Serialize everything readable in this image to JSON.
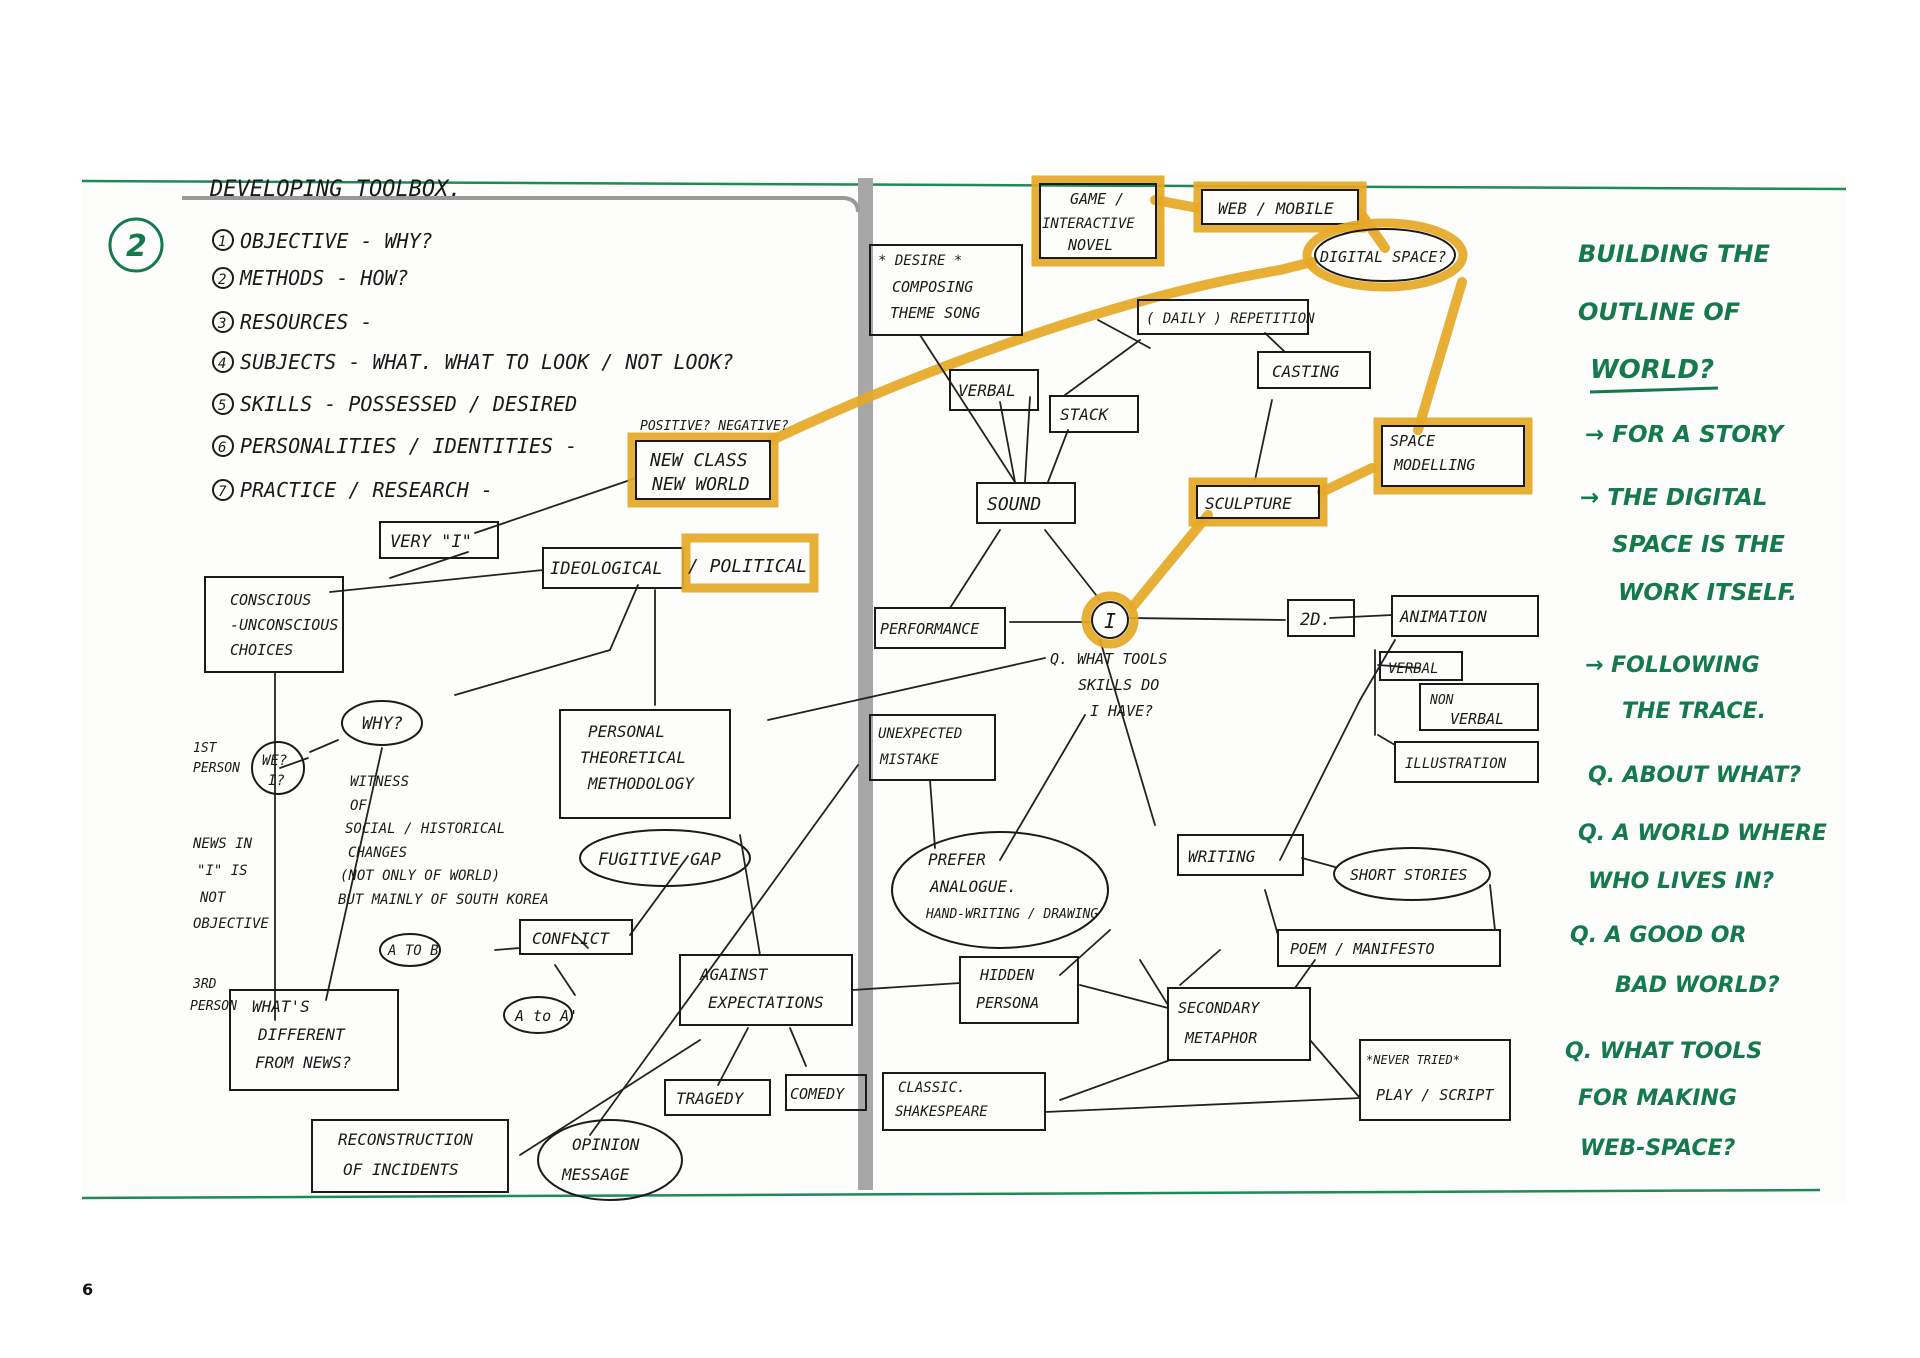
{
  "page_number": "6",
  "header": {
    "cut_heading": "DEVELOPING TOOLBOX.",
    "number_badge": "2"
  },
  "toolbox_list": [
    {
      "num": "1",
      "text": "OBJECTIVE - WHY?"
    },
    {
      "num": "2",
      "text": "METHODS - HOW?"
    },
    {
      "num": "3",
      "text": "RESOURCES -"
    },
    {
      "num": "4",
      "text": "SUBJECTS - WHAT. WHAT TO LOOK / NOT LOOK?"
    },
    {
      "num": "5",
      "text": "SKILLS - POSSESSED / DESIRED"
    },
    {
      "num": "6",
      "text": "PERSONALITIES / IDENTITIES -"
    },
    {
      "num": "7",
      "text": "PRACTICE / RESEARCH -"
    }
  ],
  "nodes": {
    "positive_negative": "POSITIVE? NEGATIVE?",
    "new_class_1": "NEW CLASS",
    "new_class_2": "NEW WORLD",
    "very_i": "VERY \"I\"",
    "ideological": "IDEOLOGICAL",
    "political": "/ POLITICAL",
    "conscious_1": "CONSCIOUS",
    "conscious_2": "-UNCONSCIOUS",
    "conscious_3": "CHOICES",
    "why": "WHY?",
    "we_i_1": "WE?",
    "we_i_2": "I?",
    "first_person_1": "1ST",
    "first_person_2": "PERSON",
    "witness_1": "WITNESS",
    "witness_2": "OF",
    "witness_3": "SOCIAL / HISTORICAL",
    "witness_4": "CHANGES",
    "witness_5": "(NOT ONLY OF WORLD)",
    "witness_6": "BUT MAINLY OF SOUTH KOREA",
    "news_1": "NEWS IN",
    "news_2": "\"I\" IS",
    "news_3": "NOT",
    "news_4": "OBJECTIVE",
    "third_person_1": "3RD",
    "third_person_2": "PERSON",
    "whats_diff_1": "WHAT'S",
    "whats_diff_2": "DIFFERENT",
    "whats_diff_3": "FROM NEWS?",
    "personal_1": "PERSONAL",
    "personal_2": "THEORETICAL",
    "personal_3": "METHODOLOGY",
    "fugitive_gap": "FUGITIVE GAP",
    "conflict": "CONFLICT",
    "a_to_b": "A TO B",
    "a_to_a": "A to A'",
    "against_1": "AGAINST",
    "against_2": "EXPECTATIONS",
    "tragedy": "TRAGEDY",
    "comedy": "COMEDY",
    "reconstruction_1": "RECONSTRUCTION",
    "reconstruction_2": "OF INCIDENTS",
    "opinion_1": "OPINION",
    "opinion_2": "MESSAGE",
    "game_1": "GAME /",
    "game_2": "INTERACTIVE",
    "game_3": "NOVEL",
    "web_mobile": "WEB / MOBILE",
    "digital_space": "DIGITAL SPACE?",
    "desire_1": "* DESIRE *",
    "desire_2": "COMPOSING",
    "desire_3": "THEME SONG",
    "daily_repetition": "( DAILY ) REPETITION",
    "casting": "CASTING",
    "verbal_top": "VERBAL",
    "stack": "STACK",
    "sound": "SOUND",
    "sculpture": "SCULPTURE",
    "space_modelling_1": "SPACE",
    "space_modelling_2": "MODELLING",
    "performance": "PERFORMANCE",
    "center_i": "I",
    "question_tools_1": "Q. WHAT TOOLS",
    "question_tools_2": "SKILLS DO",
    "question_tools_3": "I HAVE?",
    "two_d": "2D.",
    "animation": "ANIMATION",
    "verbal_right": "VERBAL",
    "non_verbal_1": "NON",
    "non_verbal_2": "VERBAL",
    "illustration": "ILLUSTRATION",
    "unexpected_1": "UNEXPECTED",
    "unexpected_2": "MISTAKE",
    "prefer_1": "PREFER",
    "prefer_2": "ANALOGUE.",
    "prefer_3": "HAND-WRITING / DRAWING",
    "writing": "WRITING",
    "short_stories": "SHORT STORIES",
    "poem": "POEM / MANIFESTO",
    "hidden_1": "HIDDEN",
    "hidden_2": "PERSONA",
    "secondary_1": "SECONDARY",
    "secondary_2": "METAPHOR",
    "never_tried": "*NEVER TRIED*",
    "play_script": "PLAY / SCRIPT",
    "classic_1": "CLASSIC.",
    "classic_2": "SHAKESPEARE"
  },
  "notes": [
    "BUILDING THE",
    "OUTLINE OF",
    "WORLD?",
    "→ FOR A STORY",
    "→ THE DIGITAL",
    "SPACE IS THE",
    "WORK ITSELF.",
    "→ FOLLOWING",
    "THE TRACE.",
    "Q. ABOUT WHAT?",
    "Q. A WORLD WHERE",
    "WHO LIVES IN?",
    "Q. A GOOD OR",
    "BAD WORLD?",
    "Q. WHAT TOOLS",
    "FOR MAKING",
    "WEB-SPACE?"
  ],
  "colors": {
    "highlight": "#e6a825",
    "note_green": "#147a4c",
    "rule_green": "#1e8a55",
    "ink": "#1a1a1a"
  }
}
